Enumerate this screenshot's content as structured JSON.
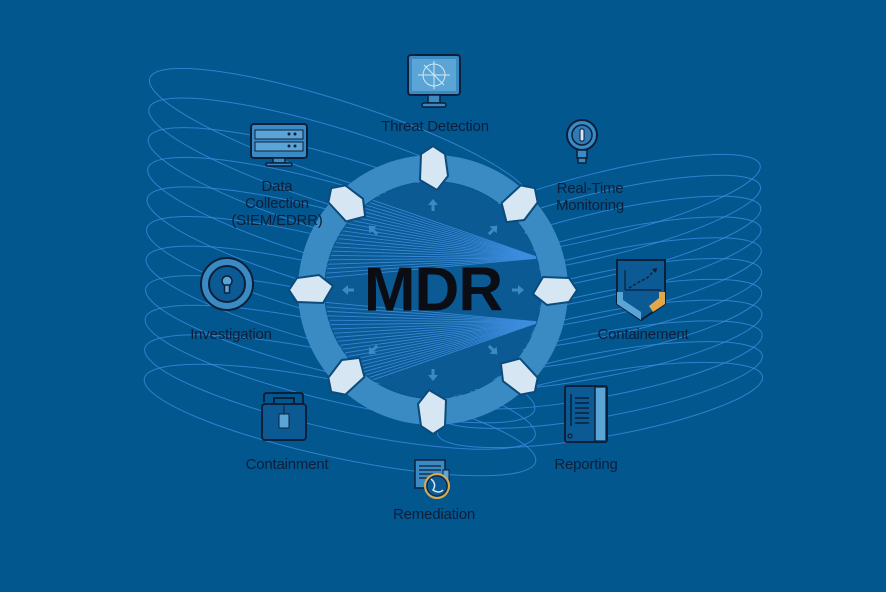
{
  "diagram": {
    "title": "MDR",
    "colors": {
      "background": "#03578f",
      "ring": "#3a8ac4",
      "inner_circle": "#0b5a94",
      "node": "#d6e6f3",
      "wave_lines": "#3f8fe0",
      "text": "#0d1f3a",
      "accent_orange": "#e0a84a"
    },
    "steps": [
      {
        "id": "threat-detection",
        "label": "Threat Detection",
        "icon": "monitor-radar-icon"
      },
      {
        "id": "real-time-monitoring",
        "label": "Real-Time\nMonitoring",
        "icon": "magnifier-info-icon"
      },
      {
        "id": "containement",
        "label": "Containement",
        "icon": "shield-chart-icon"
      },
      {
        "id": "reporting",
        "label": "Reporting",
        "icon": "report-book-icon"
      },
      {
        "id": "remediation",
        "label": "Remediation",
        "icon": "document-stethoscope-icon"
      },
      {
        "id": "containment",
        "label": "Containment",
        "icon": "briefcase-lock-icon"
      },
      {
        "id": "investigation",
        "label": "Investigation",
        "icon": "keyhole-circle-icon"
      },
      {
        "id": "data-collection",
        "label": "Data\nCollection\n(SIEM/EDRR)",
        "icon": "server-monitor-icon"
      }
    ]
  }
}
